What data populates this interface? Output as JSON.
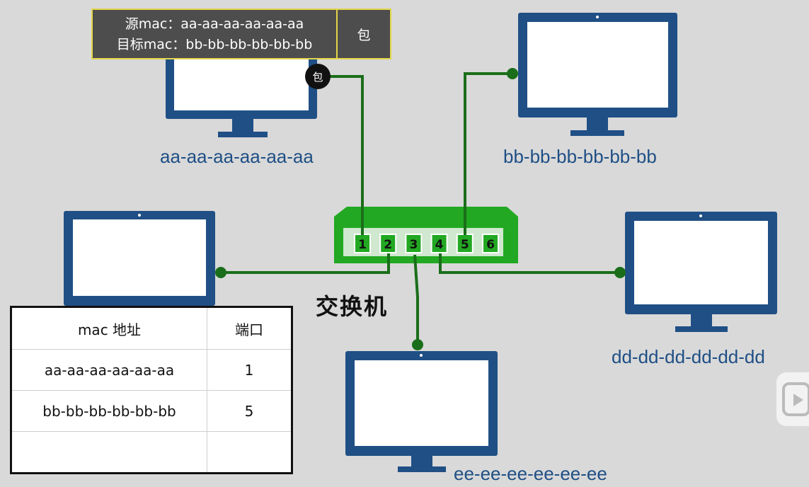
{
  "packet": {
    "src_line": "源mac：aa-aa-aa-aa-aa-aa",
    "dst_line": "目标mac：bb-bb-bb-bb-bb-bb",
    "tag": "包"
  },
  "moving_packet_label": "包",
  "hosts": [
    {
      "id": "host-aa",
      "mac": "aa-aa-aa-aa-aa-aa"
    },
    {
      "id": "host-bb",
      "mac": "bb-bb-bb-bb-bb-bb"
    },
    {
      "id": "host-cc",
      "mac": ""
    },
    {
      "id": "host-dd",
      "mac": "dd-dd-dd-dd-dd-dd"
    },
    {
      "id": "host-ee",
      "mac": "ee-ee-ee-ee-ee-ee"
    }
  ],
  "switch": {
    "name": "交换机",
    "ports": [
      "1",
      "2",
      "3",
      "4",
      "5",
      "6"
    ]
  },
  "mac_table": {
    "headers": [
      "mac 地址",
      "端口"
    ],
    "rows": [
      [
        "aa-aa-aa-aa-aa-aa",
        "1"
      ],
      [
        "bb-bb-bb-bb-bb-bb",
        "5"
      ],
      [
        "",
        ""
      ]
    ]
  },
  "colors": {
    "background": "#d9d9d9",
    "monitor": "#1f4f85",
    "switch_green": "#22a822",
    "cable": "#1a6e1a",
    "packet_bg": "#4d4d4d",
    "packet_border": "#e3d54a"
  }
}
